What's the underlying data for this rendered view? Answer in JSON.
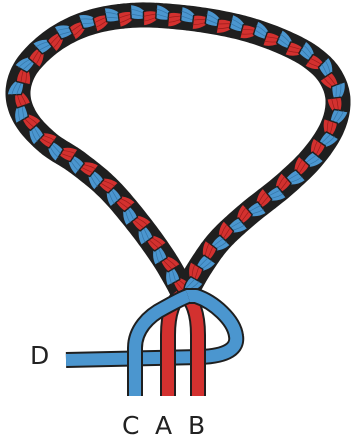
{
  "diagram": {
    "colors": {
      "blue": "#4b96cf",
      "red": "#d3312f",
      "outline": "#1f1f1f",
      "seam_red": "#8f1715",
      "seam_blue": "#2e6d9e"
    },
    "labels": {
      "d": "D",
      "c": "C",
      "a": "A",
      "b": "B"
    }
  }
}
